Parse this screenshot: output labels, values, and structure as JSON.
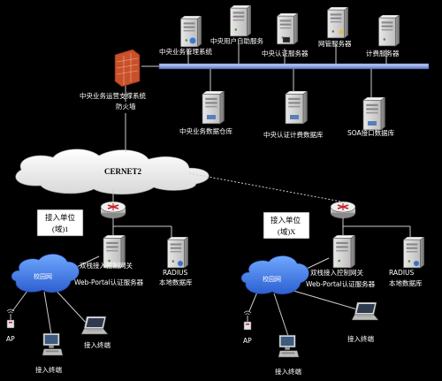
{
  "top_servers": [
    "中央业务管理系统",
    "中央用户自助服务",
    "中央认证服务器",
    "网管服务器",
    "计费服务器"
  ],
  "firewall_label_1": "中央业务运营支撑系统",
  "firewall_label_2": "防火墙",
  "db_servers": [
    "中央业务数据仓库",
    "中央认证计费数据库",
    "SOA接口数据库"
  ],
  "cernet_label": "CERNET2",
  "site1": {
    "box_line1": "接入单位",
    "box_line2": "(域)1",
    "campus": "校园网",
    "gateway_line1": "双栈接入控制网关",
    "gateway_line2": "Web-Portal认证服务器",
    "radius_line1": "RADIUS",
    "radius_line2": "本地数据库",
    "ap": "AP",
    "terminal_desktop": "接入终端",
    "terminal_laptop": "接入终端"
  },
  "site2": {
    "box_line1": "接入单位",
    "box_line2": "(域)X",
    "campus": "校园网",
    "gateway_line1": "双栈接入控制网关",
    "gateway_line2": "Web-Portal认证服务器",
    "radius_line1": "RADIUS",
    "radius_line2": "本地数据库",
    "ap": "AP",
    "terminal_desktop": "接入终端",
    "terminal_laptop": "接入终端"
  }
}
